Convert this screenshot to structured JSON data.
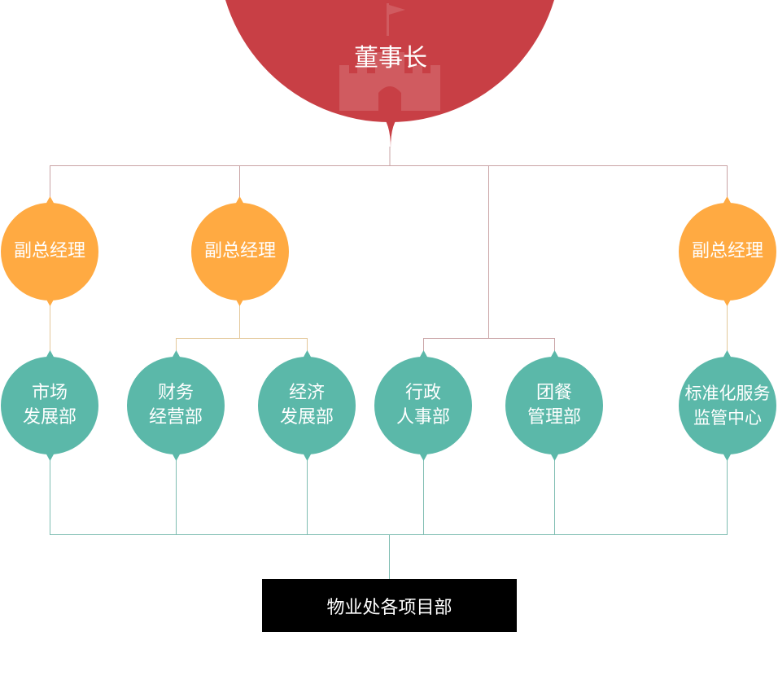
{
  "chairman": {
    "title": "董事长",
    "icon": "castle-icon",
    "color": "#c83f45"
  },
  "vice_managers": [
    {
      "label": "副总经理"
    },
    {
      "label": "副总经理"
    },
    {
      "label": "副总经理"
    }
  ],
  "departments": [
    {
      "line1": "市场",
      "line2": "发展部"
    },
    {
      "line1": "财务",
      "line2": "经营部"
    },
    {
      "line1": "经济",
      "line2": "发展部"
    },
    {
      "line1": "行政",
      "line2": "人事部"
    },
    {
      "line1": "团餐",
      "line2": "管理部"
    },
    {
      "line1": "标准化服务",
      "line2": "监管中心"
    }
  ],
  "projects": {
    "label": "物业处各项目部"
  },
  "colors": {
    "vp": "#ffaa42",
    "dept": "#5bb8a9",
    "chairman": "#c83f45",
    "bottom": "#000000"
  }
}
